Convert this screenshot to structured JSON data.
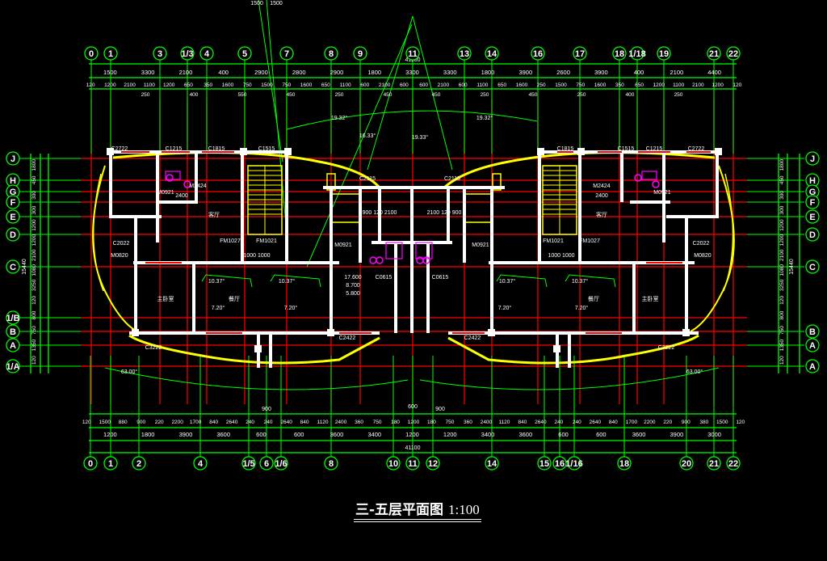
{
  "title": {
    "text": "三-五层平面图",
    "scale": "1:100"
  },
  "colors": {
    "background": "#000000",
    "axis": "#00ff00",
    "grid": "#ff0000",
    "wall": "#ffffff",
    "outline": "#ffff00",
    "fixture": "#ff00ff",
    "text": "#ffffff"
  },
  "axes": {
    "top": [
      "0",
      "1",
      "3",
      "1/3",
      "4",
      "5",
      "7",
      "8",
      "9",
      "11",
      "13",
      "14",
      "16",
      "17",
      "18",
      "1/18",
      "19",
      "21",
      "22"
    ],
    "bottom": [
      "0",
      "1",
      "2",
      "4",
      "1/5",
      "6",
      "1/6",
      "8",
      "10",
      "11",
      "12",
      "14",
      "15",
      "16",
      "1/16",
      "18",
      "20",
      "21",
      "22"
    ],
    "left": [
      "J",
      "H",
      "G",
      "F",
      "E",
      "D",
      "C",
      "1/B",
      "B",
      "A",
      "1/A"
    ],
    "right": [
      "J",
      "H",
      "G",
      "F",
      "E",
      "D",
      "C",
      "B",
      "A",
      "A"
    ]
  },
  "dimensions": {
    "top_row1": [
      "1500",
      "3300",
      "2100",
      "400",
      "2900",
      "2800",
      "2900",
      "1800",
      "3300",
      "3300",
      "1800",
      "3900",
      "2600",
      "3900",
      "400",
      "2100",
      "4400"
    ],
    "top_row2": [
      "120",
      "1200",
      "2100",
      "1100",
      "1200",
      "650",
      "350",
      "1600",
      "750",
      "1500",
      "750",
      "1600",
      "650",
      "1100",
      "600",
      "2100",
      "600",
      "600",
      "2100",
      "600",
      "1100",
      "650",
      "1600",
      "250",
      "1500",
      "750",
      "1600",
      "350",
      "650",
      "1200",
      "1100",
      "2100",
      "1200",
      "120"
    ],
    "top_row3": [
      "250",
      "400",
      "550",
      "450",
      "250",
      "450",
      "450",
      "250",
      "450",
      "250",
      "400",
      "250"
    ],
    "top_extra": [
      "1500",
      "1500",
      "41100"
    ],
    "bottom_row1": [
      "120",
      "1500",
      "880",
      "900",
      "220",
      "2200",
      "1700",
      "840",
      "2640",
      "240",
      "240",
      "2640",
      "840",
      "1120",
      "2400",
      "360",
      "750",
      "180",
      "1200",
      "180",
      "750",
      "360",
      "2400",
      "1120",
      "840",
      "2640",
      "240",
      "240",
      "2640",
      "840",
      "1700",
      "2200",
      "220",
      "900",
      "380",
      "1500",
      "120"
    ],
    "bottom_row2": [
      "1200",
      "1800",
      "3900",
      "3600",
      "600",
      "600",
      "3600",
      "3400",
      "1200",
      "1200",
      "3400",
      "3600",
      "600",
      "600",
      "3600",
      "3900",
      "3000"
    ],
    "bottom_total": "41100",
    "bottom_extra": [
      "900",
      "600",
      "900"
    ],
    "left": [
      "1800",
      "450",
      "300",
      "300",
      "1200",
      "1200",
      "2100",
      "1080",
      "3250",
      "120",
      "800",
      "750",
      "1350",
      "120",
      "15440"
    ],
    "right": [
      "1800",
      "450",
      "300",
      "300",
      "1200",
      "1200",
      "2100",
      "1080",
      "3250",
      "120",
      "800",
      "750",
      "1350",
      "120",
      "15440"
    ]
  },
  "plan_labels": [
    "C2722",
    "C1215",
    "C1815",
    "C1515",
    "M0921",
    "M0921",
    "M2424",
    "M2424",
    "FM1027",
    "FM1021",
    "FM1021",
    "FM1027",
    "C2115",
    "C2115",
    "M0921",
    "M0921",
    "C0615",
    "C0615",
    "C2022",
    "C2022",
    "M0820",
    "M0820",
    "C2422",
    "C2422",
    "C3222",
    "C3222",
    "C1815",
    "C1515",
    "C1215",
    "C2722",
    "客厅",
    "客厅",
    "主卧室",
    "主卧室",
    "餐厅",
    "餐厅",
    "19.32°",
    "19.32°",
    "16.33°",
    "19.33°",
    "10.37°",
    "10.37°",
    "10.37°",
    "10.37°",
    "7.20°",
    "7.20°",
    "7.20°",
    "7.20°",
    "17.600",
    "8.700",
    "5.800",
    "63.00°",
    "63.00°",
    "2400",
    "2400",
    "900 120 2100",
    "2100 120 900",
    "1000 1000",
    "1000 1000"
  ]
}
